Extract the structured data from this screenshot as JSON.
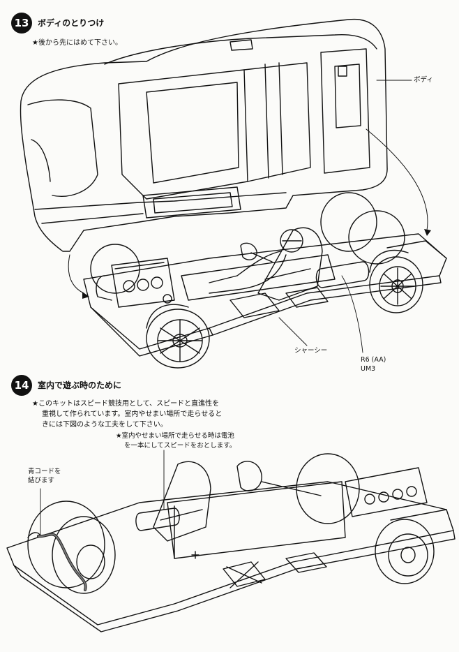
{
  "step13": {
    "number": "13",
    "title": "ボディのとりつけ",
    "note": "★後から先にはめて下さい。",
    "label_body": "ボディ",
    "label_chassis": "シャーシー",
    "label_battery_1": "R6 (AA)",
    "label_battery_2": "UM3"
  },
  "step14": {
    "number": "14",
    "title": "室内で遊ぶ時のために",
    "note_1": "★このキットはスピード競技用として、スピードと直進性を",
    "note_2": "重視して作られています。室内やせまい場所で走らせると",
    "note_3": "きには下図のような工夫をして下さい。",
    "callout_1": "★室内やせまい場所で走らせる時は電池",
    "callout_2": "を一本にしてスピードをおとします。",
    "cord_1": "青コードを",
    "cord_2": "結びます"
  }
}
